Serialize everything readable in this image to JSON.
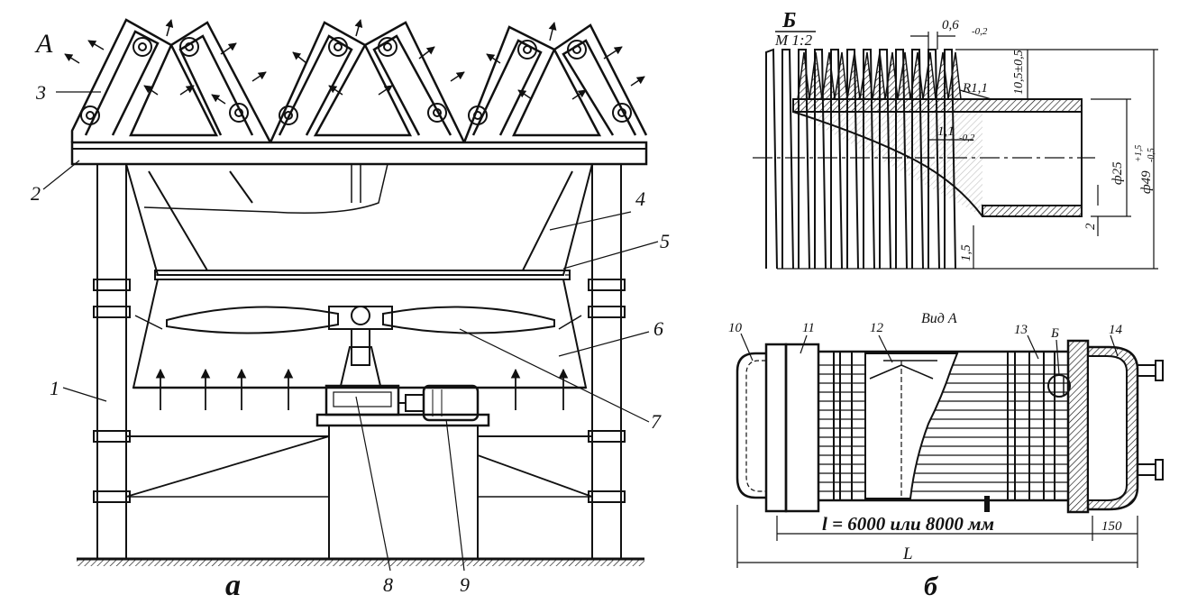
{
  "panel_a": {
    "panel_label": "а",
    "view_marker": "А",
    "callouts": [
      "1",
      "2",
      "3",
      "4",
      "5",
      "6",
      "7",
      "8",
      "9"
    ]
  },
  "detail_b": {
    "title": "Б",
    "scale": "М 1:2",
    "dims": {
      "fin_thickness": "0,6",
      "fin_thickness_tol": "-0,2",
      "fin_height": "10,5±0,5",
      "radius": "R1,1",
      "wall": "1,1",
      "wall_tol": "-0,2",
      "inner_dia": "ф25",
      "outer_dia": "ф49",
      "outer_dia_tol_up": "+1,5",
      "outer_dia_tol_down": "-0,5",
      "wall_thickness": "2",
      "base": "1,5"
    }
  },
  "view_a": {
    "title": "Вид А",
    "panel_label": "б",
    "detail_marker": "Б",
    "callouts": [
      "10",
      "11",
      "12",
      "13",
      "14"
    ],
    "length_dim": "l = 6000 или 8000 мм",
    "overall_dim": "L",
    "end_dim": "150"
  }
}
